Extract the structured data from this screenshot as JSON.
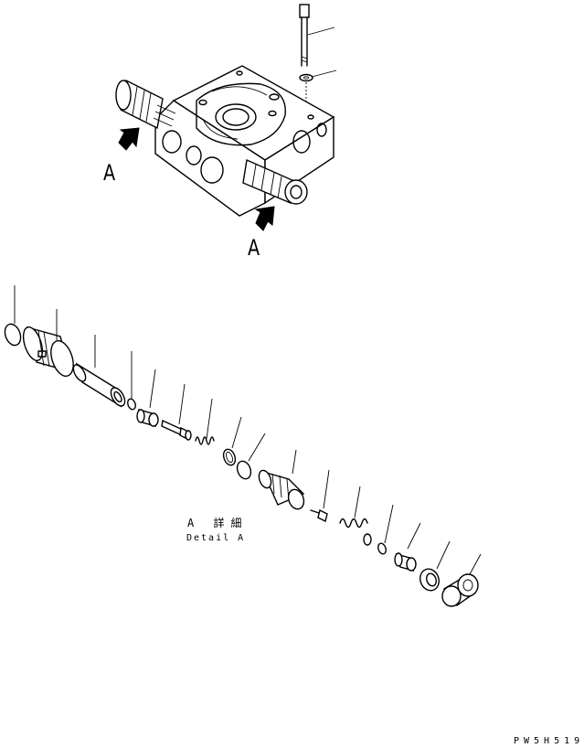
{
  "view_labels": {
    "view_a_left": "A",
    "view_a_bottom": "A"
  },
  "detail": {
    "title_jp": "A 詳細",
    "title_en": "Detail A"
  },
  "drawing_code": "PW5H519",
  "colors": {
    "ink": "#000000",
    "paper": "#ffffff"
  }
}
